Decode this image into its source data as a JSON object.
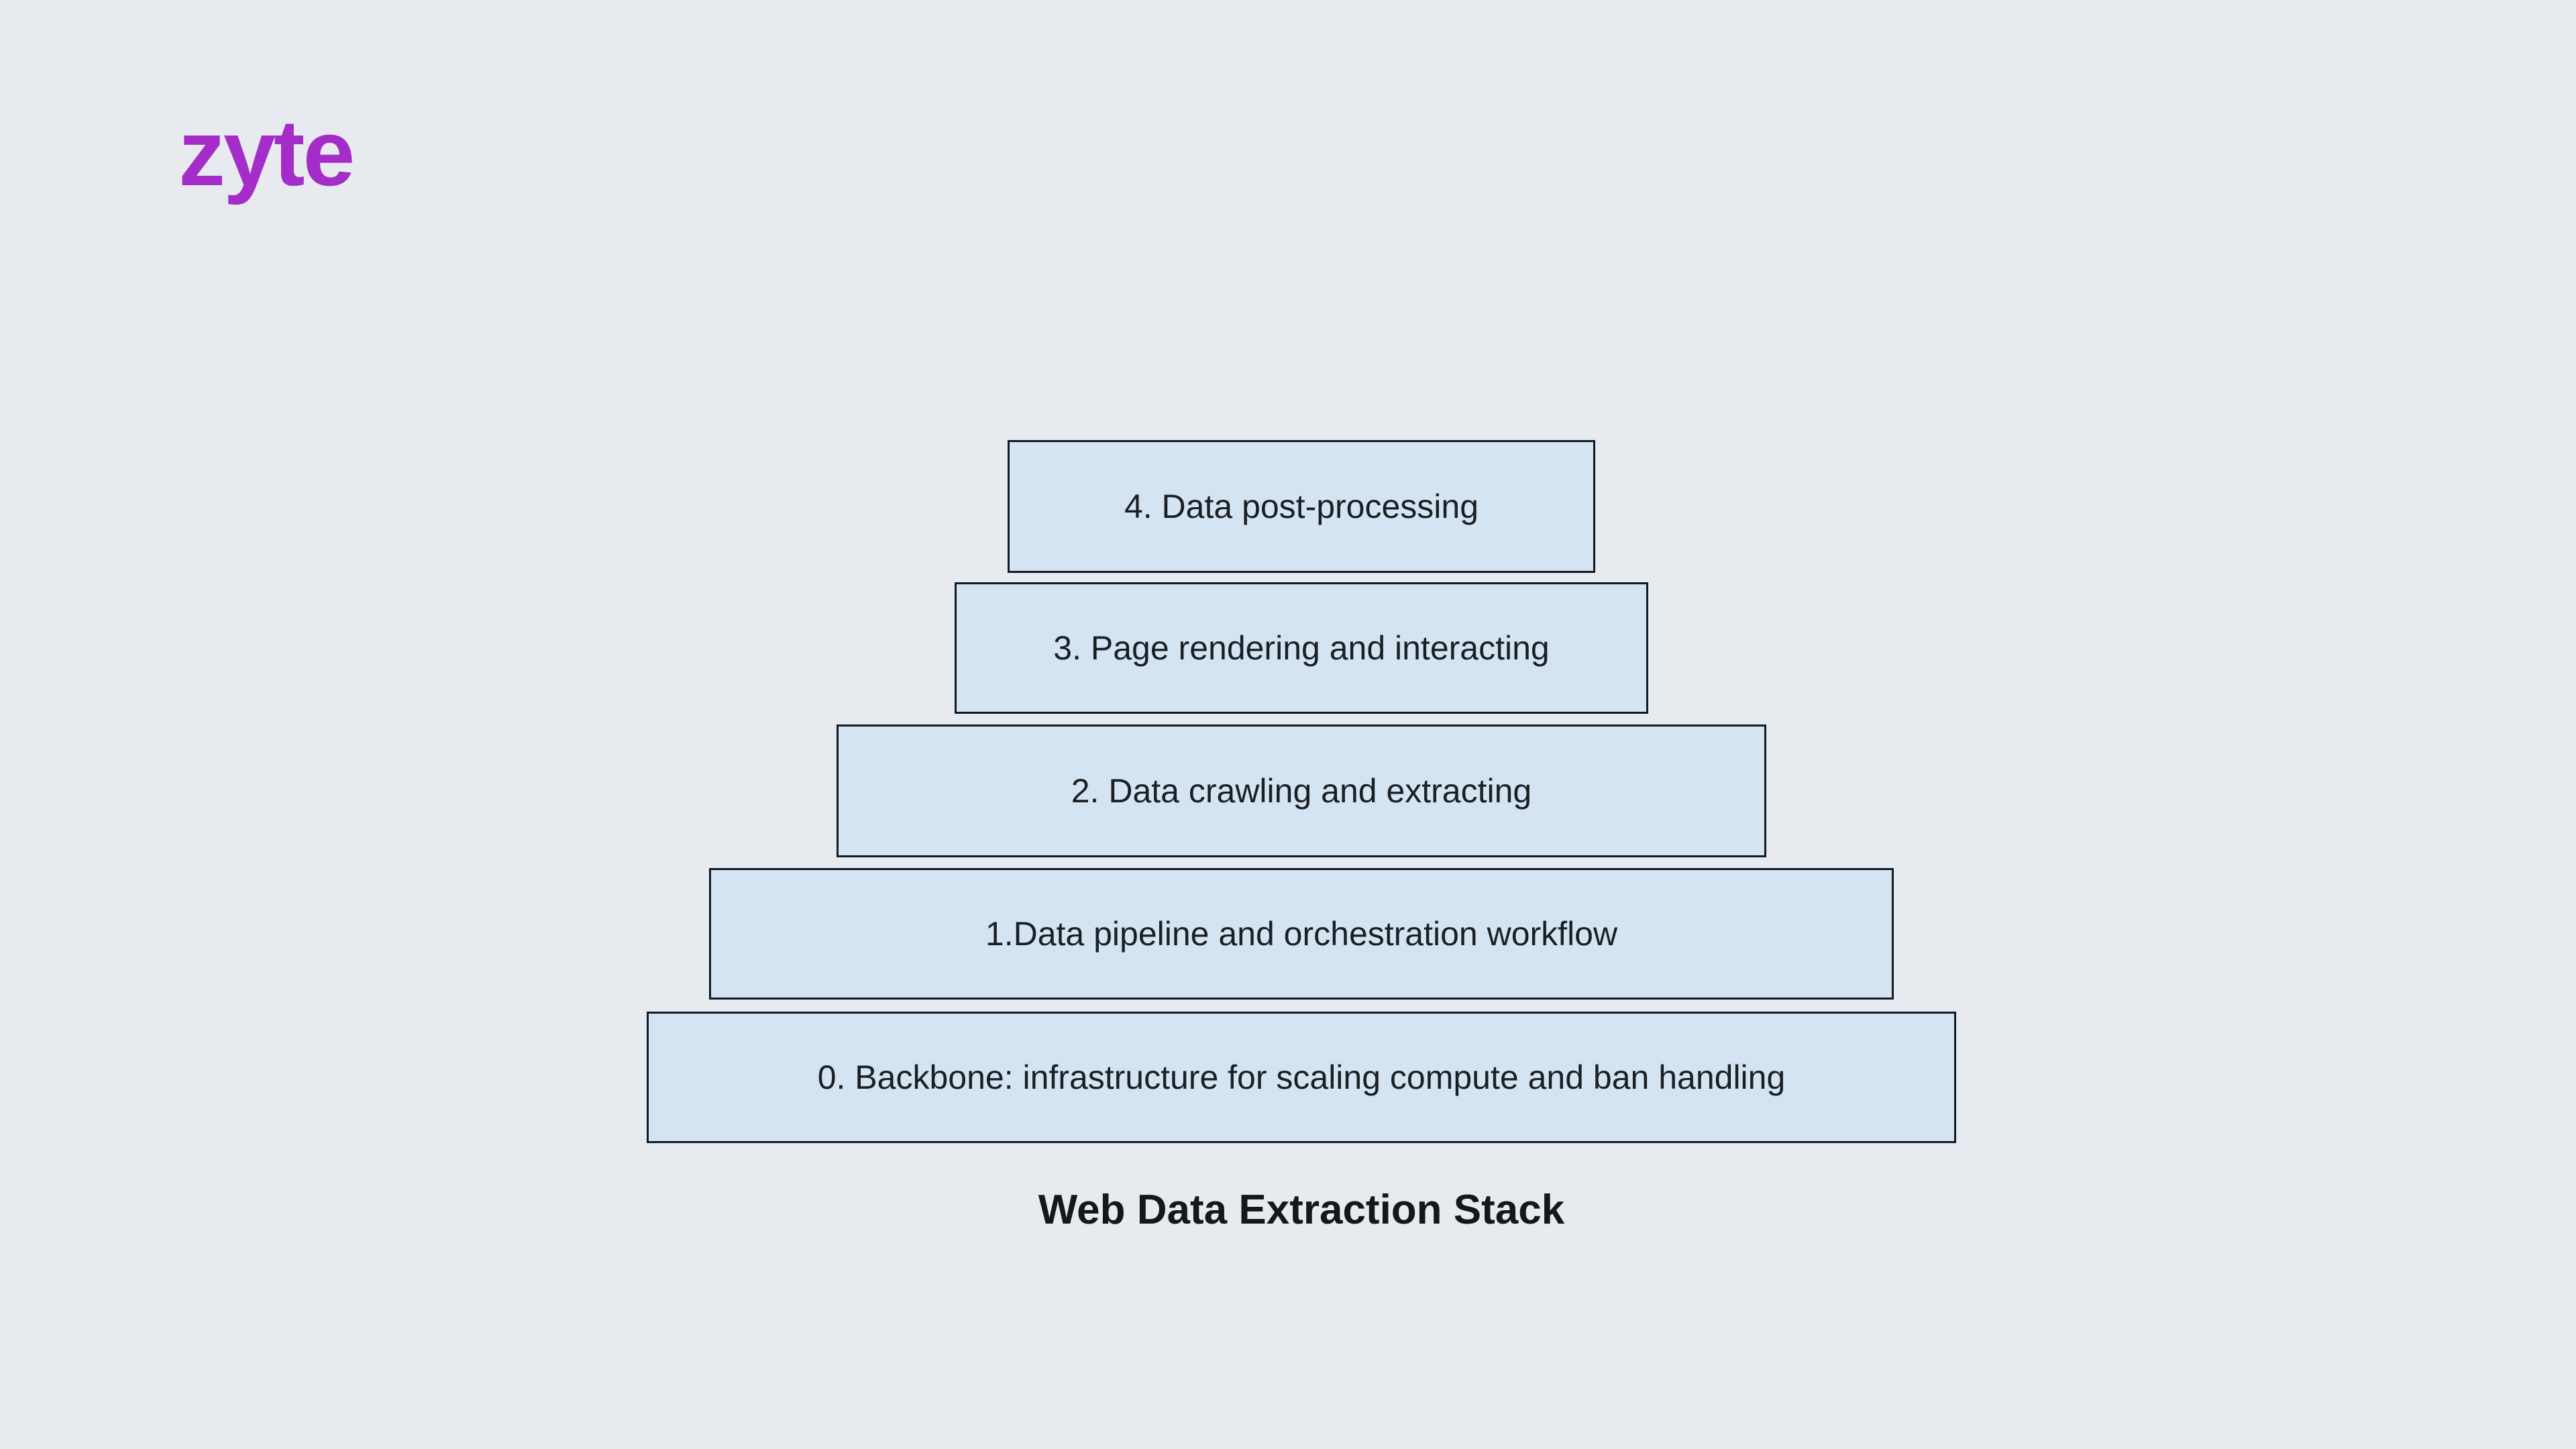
{
  "page": {
    "background_color": "#e7eaee"
  },
  "logo": {
    "text": "zyte",
    "color": "#a42dc9"
  },
  "diagram": {
    "title": "Web Data Extraction Stack",
    "box_fill_color": "#d4e4f2",
    "box_border_color": "#0f1b26",
    "text_color": "#1b1f24",
    "layers": [
      {
        "level": 4,
        "label": "4. Data post-processing"
      },
      {
        "level": 3,
        "label": "3. Page rendering and interacting"
      },
      {
        "level": 2,
        "label": "2. Data crawling and extracting"
      },
      {
        "level": 1,
        "label": "1.Data pipeline and orchestration workflow"
      },
      {
        "level": 0,
        "label": "0. Backbone: infrastructure for scaling compute and ban handling"
      }
    ]
  }
}
